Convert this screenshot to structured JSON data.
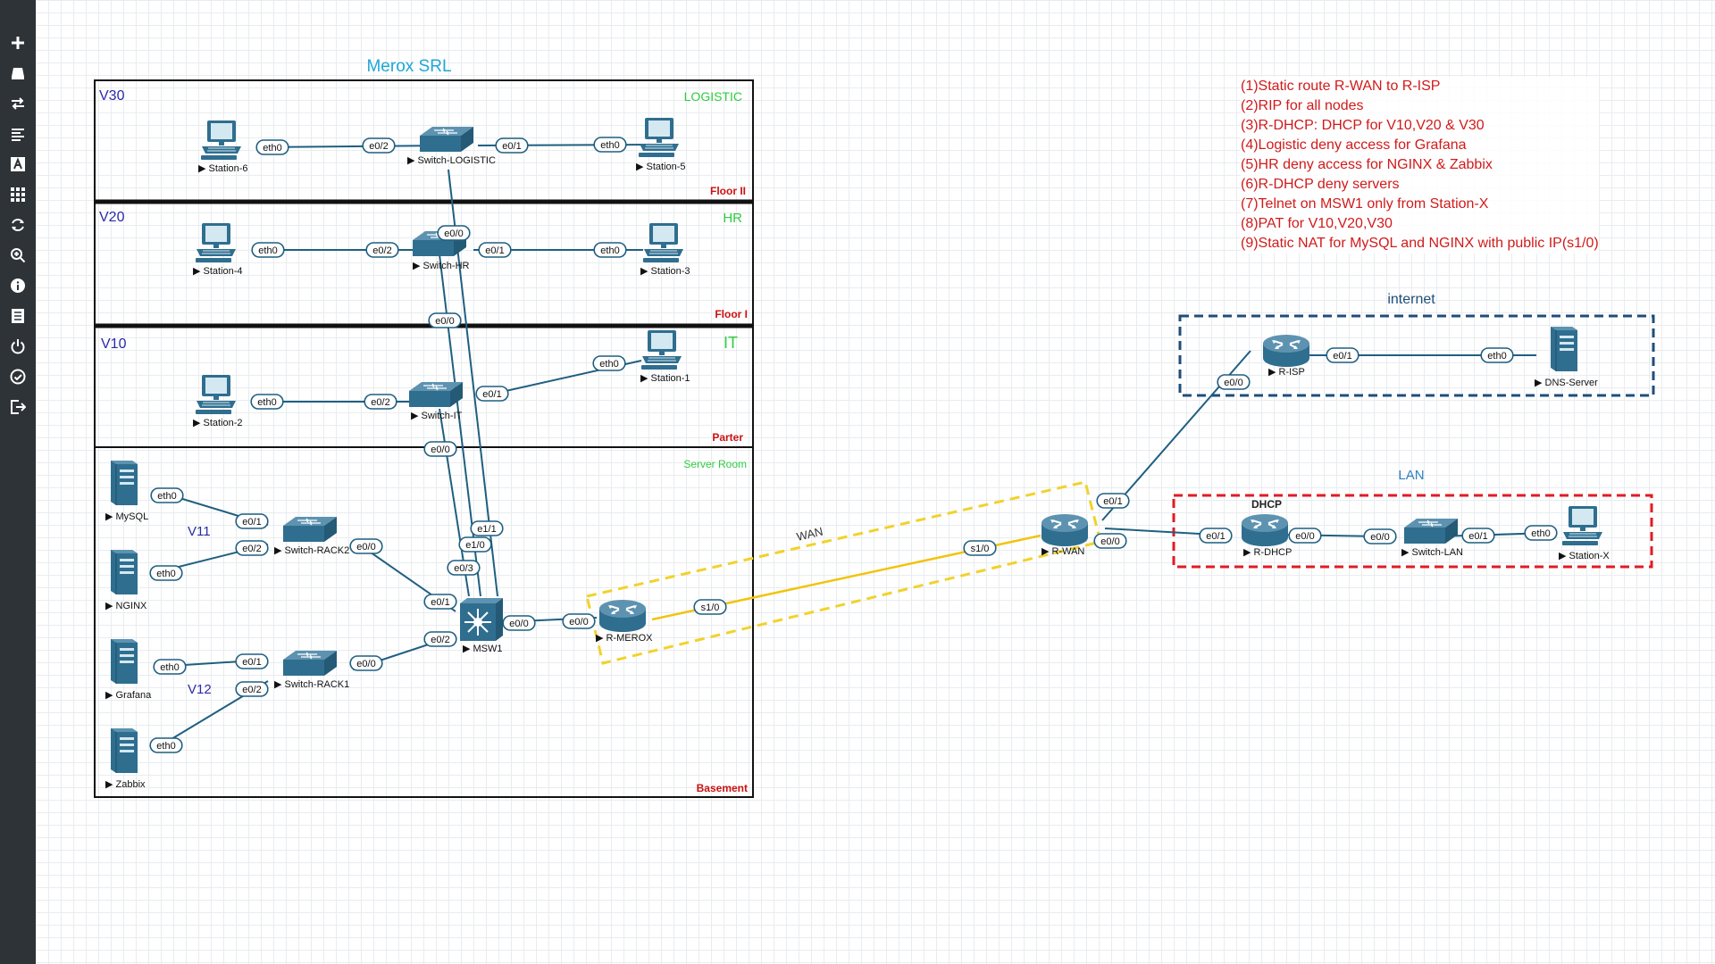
{
  "sidebar": {
    "buttons": [
      {
        "name": "add-object-button",
        "icon": "plus-icon"
      },
      {
        "name": "nodes-button",
        "icon": "node-icon"
      },
      {
        "name": "networks-button",
        "icon": "exchange-icon"
      },
      {
        "name": "startup-configs-button",
        "icon": "list-icon"
      },
      {
        "name": "text-button",
        "icon": "text-icon"
      },
      {
        "name": "grid-button",
        "icon": "grid-icon"
      },
      {
        "name": "refresh-button",
        "icon": "refresh-icon"
      },
      {
        "name": "zoom-button",
        "icon": "zoom-icon"
      },
      {
        "name": "info-button",
        "icon": "info-icon"
      },
      {
        "name": "notes-button",
        "icon": "notes-icon"
      },
      {
        "name": "power-button",
        "icon": "power-icon"
      },
      {
        "name": "status-button",
        "icon": "check-icon"
      },
      {
        "name": "logout-button",
        "icon": "logout-icon"
      }
    ]
  },
  "labels": {
    "company": "Merox SRL",
    "internet": "internet",
    "lan": "LAN",
    "wan": "WAN",
    "dhcp": "DHCP"
  },
  "zones": {
    "v30": "V30",
    "logistic": "LOGISTIC",
    "floor2": "Floor II",
    "v20": "V20",
    "hr": "HR",
    "floor1": "Floor I",
    "v10": "V10",
    "it": "IT",
    "parter": "Parter",
    "server_room": "Server Room",
    "basement": "Basement",
    "v11": "V11",
    "v12": "V12"
  },
  "nodes": {
    "station6": "Station-6",
    "switch_logistic": "Switch-LOGISTIC",
    "station5": "Station-5",
    "station4": "Station-4",
    "switch_hr": "Switch-HR",
    "station3": "Station-3",
    "station2": "Station-2",
    "switch_it": "Switch-IT",
    "station1": "Station-1",
    "mysql": "MySQL",
    "nginx": "NGINX",
    "grafana": "Grafana",
    "zabbix": "Zabbix",
    "switch_rack2": "Switch-RACK2",
    "switch_rack1": "Switch-RACK1",
    "msw1": "MSW1",
    "r_merox": "R-MEROX",
    "r_wan": "R-WAN",
    "r_isp": "R-ISP",
    "dns_server": "DNS-Server",
    "r_dhcp": "R-DHCP",
    "switch_lan": "Switch-LAN",
    "station_x": "Station-X"
  },
  "ports": {
    "eth0": "eth0",
    "e0_0": "e0/0",
    "e0_1": "e0/1",
    "e0_2": "e0/2",
    "e0_3": "e0/3",
    "e1_0": "e1/0",
    "e1_1": "e1/1",
    "s1_0": "s1/0"
  },
  "notes": [
    "(1)Static route R-WAN to R-ISP",
    "(2)RIP for all nodes",
    "(3)R-DHCP: DHCP for V10,V20 & V30",
    "(4)Logistic deny access for Grafana",
    "(5)HR deny access for NGINX & Zabbix",
    "(6)R-DHCP deny servers",
    "(7)Telnet on MSW1 only from Station-X",
    "(8)PAT for V10,V20,V30",
    "(9)Static NAT for MySQL and NGINX with public IP(s1/0)"
  ],
  "colors": {
    "sidebar": "#2e3338",
    "device": "#2f6e8f",
    "link": "#1f5f80",
    "zone_label": "#2a2aa8",
    "zone_green": "#2ecc40",
    "floor_red": "#cc1111",
    "title_cyan": "#1ea7d6",
    "notes_red": "#d11a1a",
    "wan_yellow": "#f1c40f",
    "internet_blue": "#1f4e79",
    "lan_red": "#e01b24"
  }
}
